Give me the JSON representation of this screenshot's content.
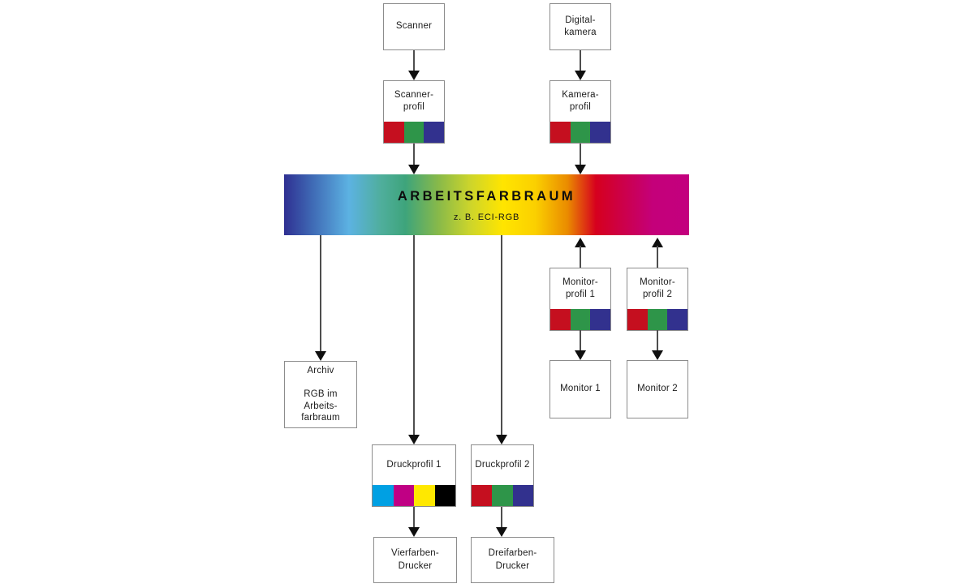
{
  "diagram": {
    "nodes": {
      "scanner": {
        "label": "Scanner"
      },
      "digitalkamera": {
        "label": "Digital-\nkamera"
      },
      "scannerprofil": {
        "label": "Scanner-\nprofil"
      },
      "kameraprofil": {
        "label": "Kamera-\nprofil"
      },
      "arbeitsfarbraum": {
        "title": "ARBEITSFARBRAUM",
        "subtitle": "z. B. ECI-RGB"
      },
      "monitorprofil1": {
        "label": "Monitor-\nprofil 1"
      },
      "monitorprofil2": {
        "label": "Monitor-\nprofil 2"
      },
      "monitor1": {
        "label": "Monitor 1"
      },
      "monitor2": {
        "label": "Monitor 2"
      },
      "archiv": {
        "label": "Archiv\n\nRGB im\nArbeits-\nfarbraum"
      },
      "druckprofil1": {
        "label": "Druckprofil 1"
      },
      "druckprofil2": {
        "label": "Druckprofil 2"
      },
      "vierfarbendrucker": {
        "label": "Vierfarben-\nDrucker"
      },
      "dreifarbendrucker": {
        "label": "Dreifarben-\nDrucker"
      }
    },
    "colors": {
      "rgb": [
        "#c50f1f",
        "#2e9549",
        "#32318e"
      ],
      "cmyk": [
        "#00a0e3",
        "#c00084",
        "#ffe800",
        "#000000"
      ],
      "working_space_gradient": [
        "#2f3092 0%",
        "#3f6ab5 7%",
        "#5cb2e2 16%",
        "#4fae9c 24%",
        "#3ea47b 30%",
        "#87b94a 38%",
        "#cdd52b 46%",
        "#ffe500 54%",
        "#fbd000 62%",
        "#ea8b00 70%",
        "#d6001e 77%",
        "#cd0045 83%",
        "#c4007a 91%",
        "#c3007e 100%"
      ]
    }
  }
}
